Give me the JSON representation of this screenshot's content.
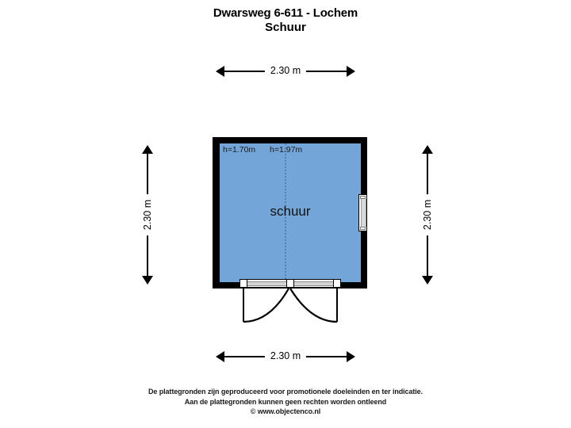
{
  "title": {
    "line1": "Dwarsweg 6-611 - Lochem",
    "line2": "Schuur"
  },
  "plan": {
    "room_label": "schuur",
    "height_label_left": "h=1.70m",
    "height_label_right": "h=1.97m",
    "fill_color": "#74a5d8",
    "wall_color": "#000000",
    "dimensions": {
      "top": "2.30 m",
      "bottom": "2.30 m",
      "left": "2.30 m",
      "right": "2.30 m"
    }
  },
  "footer": {
    "line1": "De plattegronden zijn geproduceerd voor promotionele doeleinden en ter indicatie.",
    "line2": "Aan de plattegronden kunnen geen rechten worden ontleend",
    "line3": "© www.objectenco.nl"
  }
}
